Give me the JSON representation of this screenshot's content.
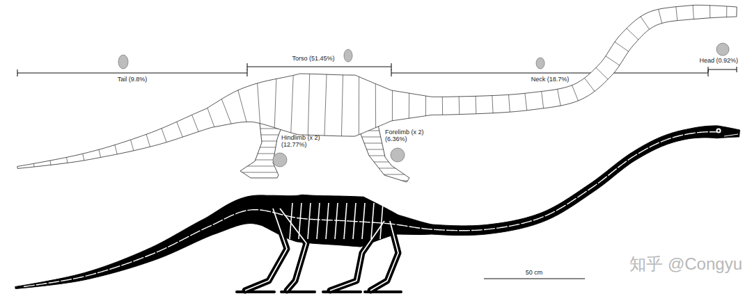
{
  "diagram": {
    "labels": [
      "Tail (9.8%)",
      "Torso (51.45%)",
      "Neck (18.7%)",
      "Head (0.92%)",
      "Hindlimb (x 2) (12.77%)",
      "Forelimb (x 2) (6.36%)",
      "50 cm",
      "知乎 @Congyu"
    ]
  }
}
